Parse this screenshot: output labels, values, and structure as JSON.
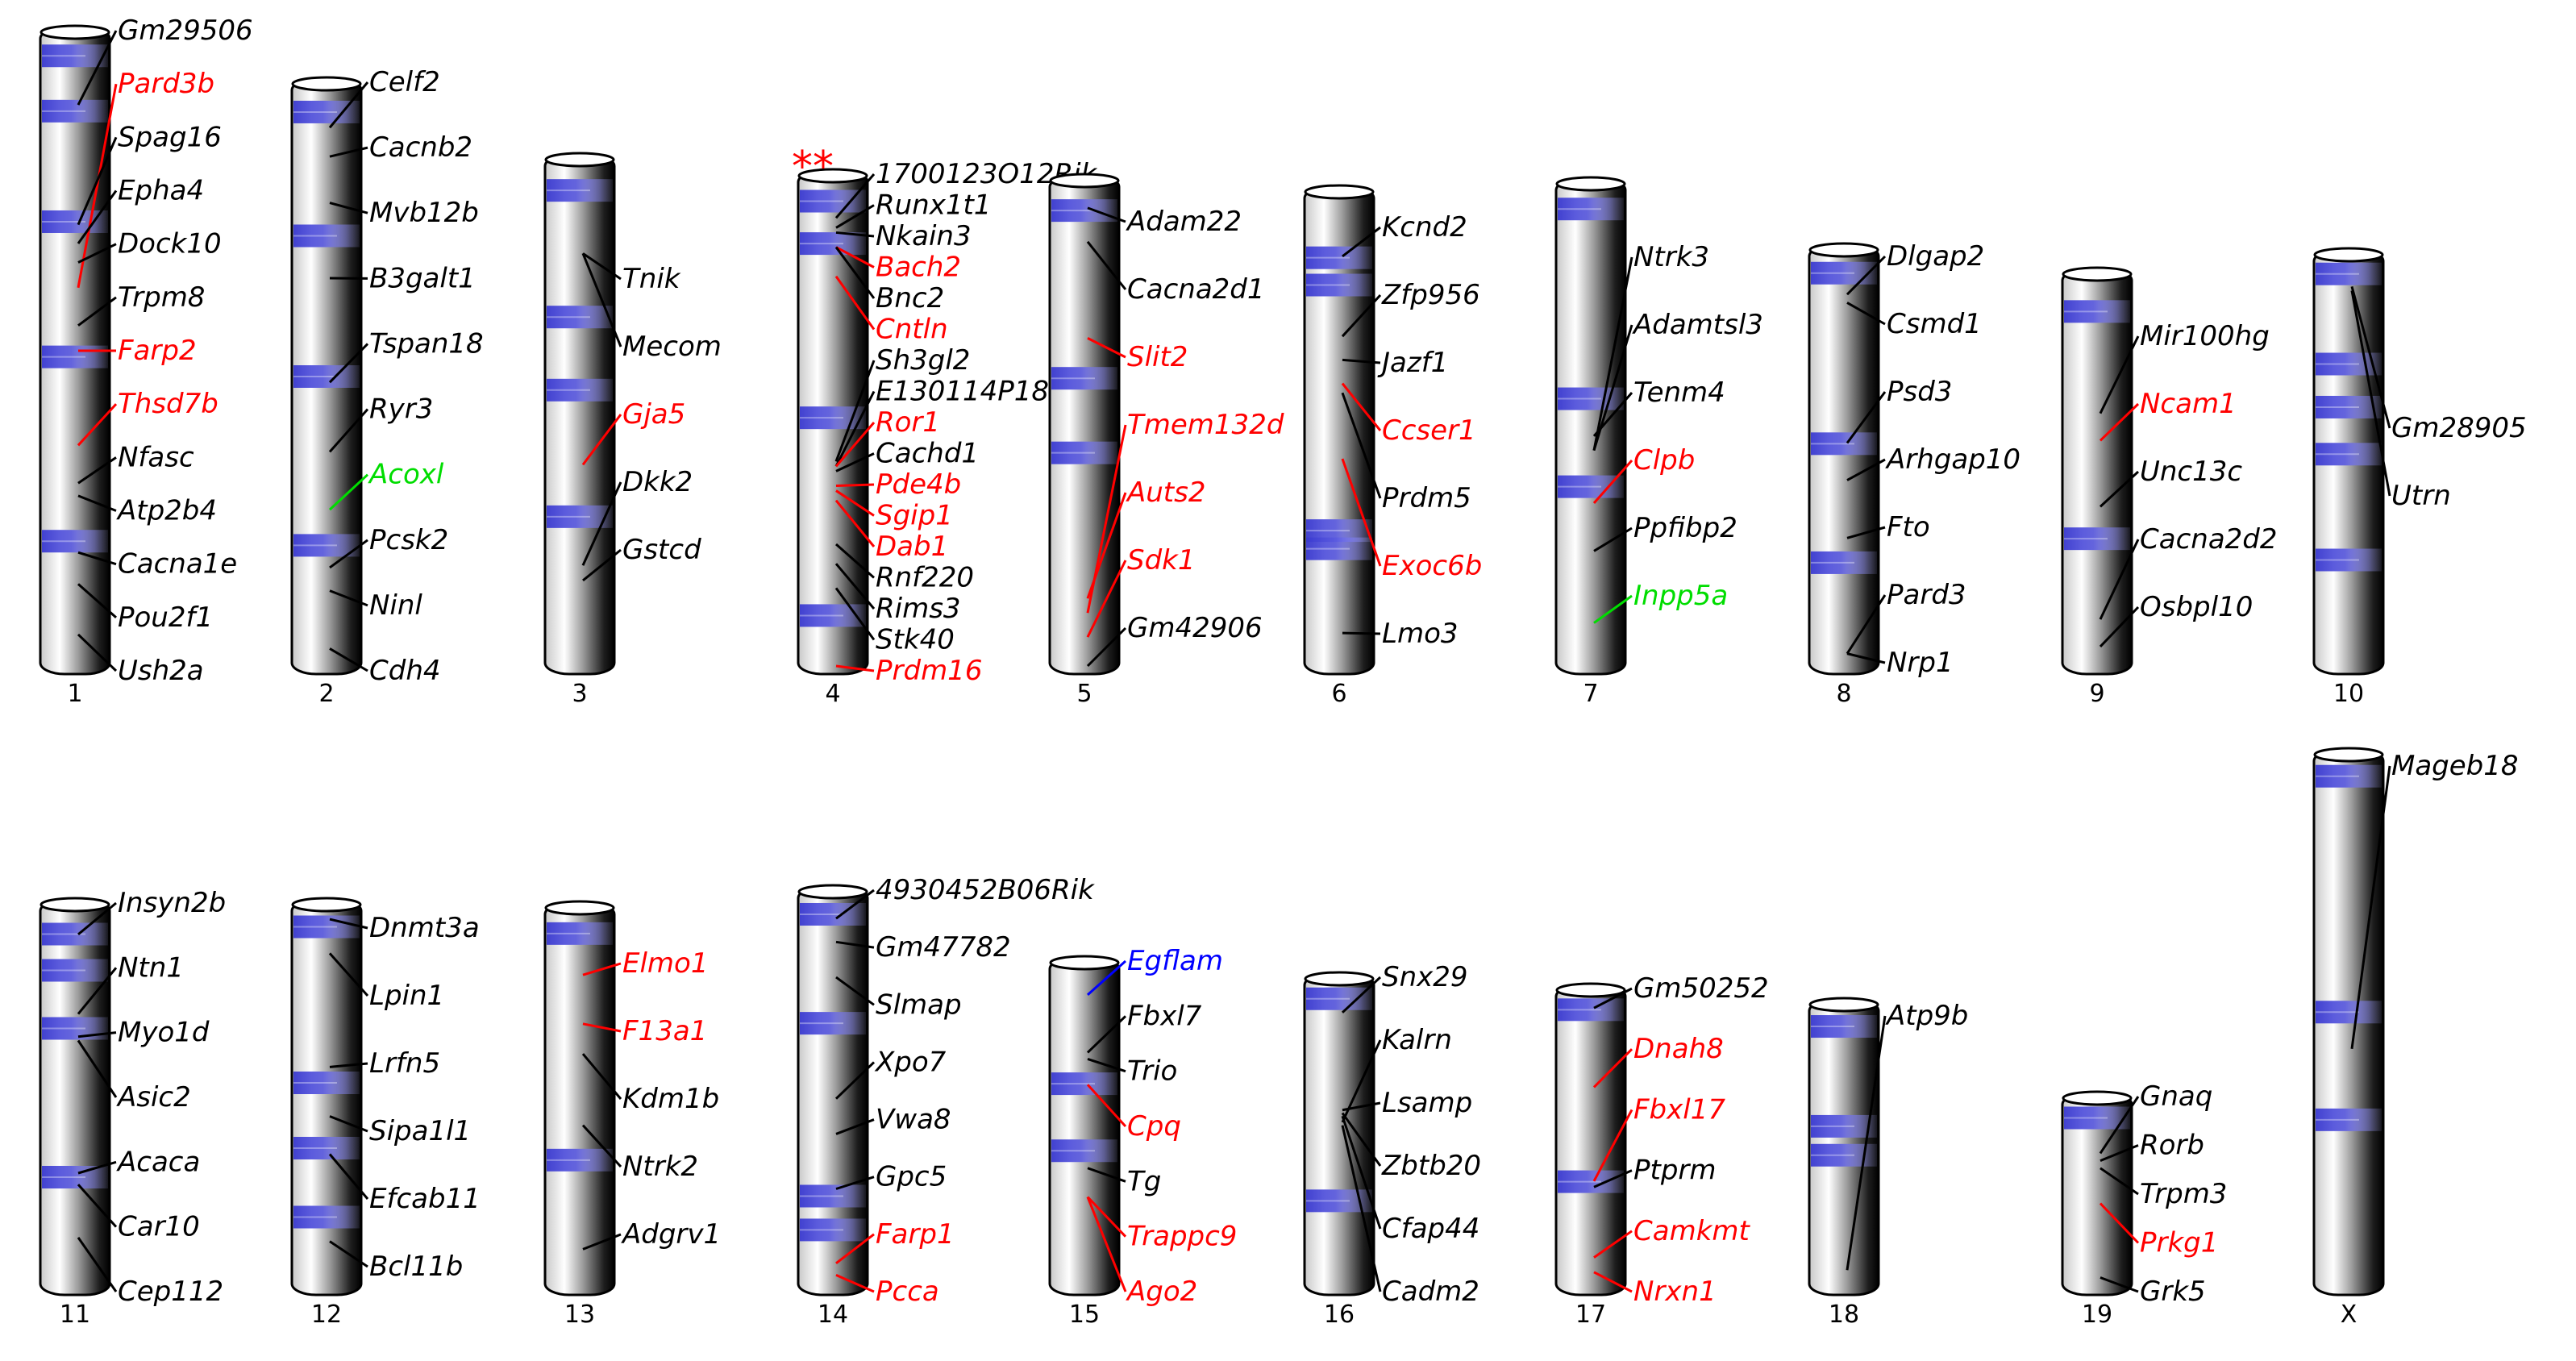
{
  "colors": {
    "default": "#000000",
    "red": "#ff0000",
    "green": "#00dd00",
    "blue": "#0000ff",
    "band": "#5a5ad8"
  },
  "chromosomes": [
    {
      "id": "1",
      "bands": [
        0.02,
        0.11,
        0.29,
        0.51,
        0.81
      ],
      "genes": [
        {
          "name": "Gm29506",
          "color": "default",
          "pos": 0.11
        },
        {
          "name": "Pard3b",
          "color": "red",
          "pos": 0.4
        },
        {
          "name": "Spag16",
          "color": "default",
          "pos": 0.3
        },
        {
          "name": "Epha4",
          "color": "default",
          "pos": 0.33
        },
        {
          "name": "Dock10",
          "color": "default",
          "pos": 0.36
        },
        {
          "name": "Trpm8",
          "color": "default",
          "pos": 0.46
        },
        {
          "name": "Farp2",
          "color": "red",
          "pos": 0.5
        },
        {
          "name": "Thsd7b",
          "color": "red",
          "pos": 0.65
        },
        {
          "name": "Nfasc",
          "color": "default",
          "pos": 0.71
        },
        {
          "name": "Atp2b4",
          "color": "default",
          "pos": 0.73
        },
        {
          "name": "Cacna1e",
          "color": "default",
          "pos": 0.82
        },
        {
          "name": "Pou2f1",
          "color": "default",
          "pos": 0.87
        },
        {
          "name": "Ush2a",
          "color": "default",
          "pos": 0.95
        }
      ]
    },
    {
      "id": "2",
      "bands": [
        0.03,
        0.25,
        0.5,
        0.8
      ],
      "genes": [
        {
          "name": "Celf2",
          "color": "default",
          "pos": 0.07
        },
        {
          "name": "Cacnb2",
          "color": "default",
          "pos": 0.12
        },
        {
          "name": "Mvb12b",
          "color": "default",
          "pos": 0.2
        },
        {
          "name": "B3galt1",
          "color": "default",
          "pos": 0.33
        },
        {
          "name": "Tspan18",
          "color": "default",
          "pos": 0.51
        },
        {
          "name": "Ryr3",
          "color": "default",
          "pos": 0.63
        },
        {
          "name": "Acoxl",
          "color": "green",
          "pos": 0.73
        },
        {
          "name": "Pcsk2",
          "color": "default",
          "pos": 0.83
        },
        {
          "name": "Ninl",
          "color": "default",
          "pos": 0.87
        },
        {
          "name": "Cdh4",
          "color": "default",
          "pos": 0.97
        }
      ]
    },
    {
      "id": "3",
      "bands": [
        0.04,
        0.3,
        0.45,
        0.71
      ],
      "genes": [
        {
          "name": "Tnik",
          "color": "default",
          "pos": 0.18
        },
        {
          "name": "Mecom",
          "color": "default",
          "pos": 0.18
        },
        {
          "name": "Gja5",
          "color": "red",
          "pos": 0.6
        },
        {
          "name": "Dkk2",
          "color": "default",
          "pos": 0.8
        },
        {
          "name": "Gstcd",
          "color": "default",
          "pos": 0.83
        }
      ]
    },
    {
      "id": "4",
      "bands": [
        0.03,
        0.12,
        0.49,
        0.91
      ],
      "star": "**",
      "genes": [
        {
          "name": "1700123O12Rik",
          "color": "default",
          "pos": 0.08
        },
        {
          "name": "Runx1t1",
          "color": "default",
          "pos": 0.1
        },
        {
          "name": "Nkain3",
          "color": "default",
          "pos": 0.11
        },
        {
          "name": "Bach2",
          "color": "red",
          "pos": 0.14
        },
        {
          "name": "Bnc2",
          "color": "default",
          "pos": 0.14
        },
        {
          "name": "Cntln",
          "color": "red",
          "pos": 0.2
        },
        {
          "name": "Sh3gl2",
          "color": "default",
          "pos": 0.58
        },
        {
          "name": "E130114P18Rik",
          "color": "default",
          "pos": 0.59
        },
        {
          "name": "Ror1",
          "color": "red",
          "pos": 0.59
        },
        {
          "name": "Cachd1",
          "color": "default",
          "pos": 0.6
        },
        {
          "name": "Pde4b",
          "color": "red",
          "pos": 0.63
        },
        {
          "name": "Sgip1",
          "color": "red",
          "pos": 0.64
        },
        {
          "name": "Dab1",
          "color": "red",
          "pos": 0.66
        },
        {
          "name": "Rnf220",
          "color": "default",
          "pos": 0.75
        },
        {
          "name": "Rims3",
          "color": "default",
          "pos": 0.79
        },
        {
          "name": "Stk40",
          "color": "default",
          "pos": 0.84
        },
        {
          "name": "Prdm16",
          "color": "red",
          "pos": 1.0
        }
      ]
    },
    {
      "id": "5",
      "bands": [
        0.04,
        0.4,
        0.56
      ],
      "genes": [
        {
          "name": "Adam22",
          "color": "default",
          "pos": 0.05
        },
        {
          "name": "Cacna2d1",
          "color": "default",
          "pos": 0.12
        },
        {
          "name": "Slit2",
          "color": "red",
          "pos": 0.32
        },
        {
          "name": "Tmem132d",
          "color": "red",
          "pos": 0.89
        },
        {
          "name": "Auts2",
          "color": "red",
          "pos": 0.86
        },
        {
          "name": "Sdk1",
          "color": "red",
          "pos": 0.94
        },
        {
          "name": "Gm42906",
          "color": "default",
          "pos": 1.0
        }
      ]
    },
    {
      "id": "6",
      "bands": [
        0.12,
        0.18,
        0.72,
        0.76
      ],
      "genes": [
        {
          "name": "Kcnd2",
          "color": "default",
          "pos": 0.13
        },
        {
          "name": "Zfp956",
          "color": "default",
          "pos": 0.3
        },
        {
          "name": "Jazf1",
          "color": "default",
          "pos": 0.35
        },
        {
          "name": "Ccser1",
          "color": "red",
          "pos": 0.4
        },
        {
          "name": "Prdm5",
          "color": "default",
          "pos": 0.42
        },
        {
          "name": "Exoc6b",
          "color": "red",
          "pos": 0.56
        },
        {
          "name": "Lmo3",
          "color": "default",
          "pos": 0.93
        }
      ]
    },
    {
      "id": "7",
      "bands": [
        0.03,
        0.44,
        0.63
      ],
      "genes": [
        {
          "name": "Ntrk3",
          "color": "default",
          "pos": 0.55
        },
        {
          "name": "Adamtsl3",
          "color": "default",
          "pos": 0.55
        },
        {
          "name": "Tenm4",
          "color": "default",
          "pos": 0.52
        },
        {
          "name": "Clpb",
          "color": "red",
          "pos": 0.66
        },
        {
          "name": "Ppfibp2",
          "color": "default",
          "pos": 0.76
        },
        {
          "name": "Inpp5a",
          "color": "green",
          "pos": 0.91
        }
      ]
    },
    {
      "id": "8",
      "bands": [
        0.03,
        0.46,
        0.76
      ],
      "genes": [
        {
          "name": "Dlgap2",
          "color": "default",
          "pos": 0.1
        },
        {
          "name": "Csmd1",
          "color": "default",
          "pos": 0.12
        },
        {
          "name": "Psd3",
          "color": "default",
          "pos": 0.46
        },
        {
          "name": "Arhgap10",
          "color": "default",
          "pos": 0.55
        },
        {
          "name": "Fto",
          "color": "default",
          "pos": 0.69
        },
        {
          "name": "Pard3",
          "color": "default",
          "pos": 0.97
        },
        {
          "name": "Nrp1",
          "color": "default",
          "pos": 0.97
        }
      ]
    },
    {
      "id": "9",
      "bands": [
        0.07,
        0.68
      ],
      "genes": [
        {
          "name": "Mir100hg",
          "color": "default",
          "pos": 0.35
        },
        {
          "name": "Ncam1",
          "color": "red",
          "pos": 0.42
        },
        {
          "name": "Unc13c",
          "color": "default",
          "pos": 0.59
        },
        {
          "name": "Cacna2d2",
          "color": "default",
          "pos": 0.88
        },
        {
          "name": "Osbpl10",
          "color": "default",
          "pos": 0.95
        }
      ]
    },
    {
      "id": "10",
      "bands": [
        0.02,
        0.25,
        0.36,
        0.48,
        0.75
      ],
      "genes": [
        {
          "name": "Gm28905",
          "color": "default",
          "pos": 0.07
        },
        {
          "name": "Utrn",
          "color": "default",
          "pos": 0.08
        }
      ]
    },
    {
      "id": "11",
      "bands": [
        0.05,
        0.15,
        0.31,
        0.72
      ],
      "genes": [
        {
          "name": "Insyn2b",
          "color": "default",
          "pos": 0.07
        },
        {
          "name": "Ntn1",
          "color": "default",
          "pos": 0.28
        },
        {
          "name": "Myo1d",
          "color": "default",
          "pos": 0.34
        },
        {
          "name": "Asic2",
          "color": "default",
          "pos": 0.35
        },
        {
          "name": "Acaca",
          "color": "default",
          "pos": 0.7
        },
        {
          "name": "Car10",
          "color": "default",
          "pos": 0.73
        },
        {
          "name": "Cep112",
          "color": "default",
          "pos": 0.87
        }
      ]
    },
    {
      "id": "12",
      "bands": [
        0.03,
        0.46,
        0.64,
        0.83
      ],
      "genes": [
        {
          "name": "Dnmt3a",
          "color": "default",
          "pos": 0.03
        },
        {
          "name": "Lpin1",
          "color": "default",
          "pos": 0.12
        },
        {
          "name": "Lrfn5",
          "color": "default",
          "pos": 0.42
        },
        {
          "name": "Sipa1l1",
          "color": "default",
          "pos": 0.55
        },
        {
          "name": "Efcab11",
          "color": "default",
          "pos": 0.65
        },
        {
          "name": "Bcl11b",
          "color": "default",
          "pos": 0.88
        }
      ]
    },
    {
      "id": "13",
      "bands": [
        0.04,
        0.67
      ],
      "genes": [
        {
          "name": "Elmo1",
          "color": "red",
          "pos": 0.17
        },
        {
          "name": "F13a1",
          "color": "red",
          "pos": 0.3
        },
        {
          "name": "Kdm1b",
          "color": "default",
          "pos": 0.38
        },
        {
          "name": "Ntrk2",
          "color": "default",
          "pos": 0.57
        },
        {
          "name": "Adgrv1",
          "color": "default",
          "pos": 0.9
        }
      ]
    },
    {
      "id": "14",
      "bands": [
        0.03,
        0.32,
        0.78,
        0.87
      ],
      "genes": [
        {
          "name": "4930452B06Rik",
          "color": "default",
          "pos": 0.06
        },
        {
          "name": "Gm47782",
          "color": "default",
          "pos": 0.12
        },
        {
          "name": "Slmap",
          "color": "default",
          "pos": 0.21
        },
        {
          "name": "Xpo7",
          "color": "default",
          "pos": 0.52
        },
        {
          "name": "Vwa8",
          "color": "default",
          "pos": 0.61
        },
        {
          "name": "Gpc5",
          "color": "default",
          "pos": 0.75
        },
        {
          "name": "Farp1",
          "color": "red",
          "pos": 0.94
        },
        {
          "name": "Pcca",
          "color": "red",
          "pos": 0.97
        }
      ]
    },
    {
      "id": "15",
      "bands": [
        0.36,
        0.58
      ],
      "genes": [
        {
          "name": "Egflam",
          "color": "blue",
          "pos": 0.09
        },
        {
          "name": "Fbxl7",
          "color": "default",
          "pos": 0.27
        },
        {
          "name": "Trio",
          "color": "default",
          "pos": 0.29
        },
        {
          "name": "Cpq",
          "color": "red",
          "pos": 0.37
        },
        {
          "name": "Tg",
          "color": "default",
          "pos": 0.63
        },
        {
          "name": "Trappc9",
          "color": "red",
          "pos": 0.72
        },
        {
          "name": "Ago2",
          "color": "red",
          "pos": 0.72
        }
      ]
    },
    {
      "id": "16",
      "bands": [
        0.03,
        0.73
      ],
      "genes": [
        {
          "name": "Snx29",
          "color": "default",
          "pos": 0.1
        },
        {
          "name": "Kalrn",
          "color": "default",
          "pos": 0.46
        },
        {
          "name": "Lsamp",
          "color": "default",
          "pos": 0.42
        },
        {
          "name": "Zbtb20",
          "color": "default",
          "pos": 0.43
        },
        {
          "name": "Cfap44",
          "color": "default",
          "pos": 0.44
        },
        {
          "name": "Cadm2",
          "color": "default",
          "pos": 0.47
        }
      ]
    },
    {
      "id": "17",
      "bands": [
        0.03,
        0.65
      ],
      "genes": [
        {
          "name": "Gm50252",
          "color": "default",
          "pos": 0.05
        },
        {
          "name": "Dnah8",
          "color": "red",
          "pos": 0.32
        },
        {
          "name": "Fbxl17",
          "color": "red",
          "pos": 0.64
        },
        {
          "name": "Ptprm",
          "color": "default",
          "pos": 0.66
        },
        {
          "name": "Camkmt",
          "color": "red",
          "pos": 0.9
        },
        {
          "name": "Nrxn1",
          "color": "red",
          "pos": 0.95
        }
      ]
    },
    {
      "id": "18",
      "bands": [
        0.04,
        0.42,
        0.53
      ],
      "genes": [
        {
          "name": "Atp9b",
          "color": "default",
          "pos": 0.94
        }
      ]
    },
    {
      "id": "19",
      "bands": [
        0.05
      ],
      "genes": [
        {
          "name": "Gnaq",
          "color": "default",
          "pos": 0.28
        },
        {
          "name": "Rorb",
          "color": "default",
          "pos": 0.32
        },
        {
          "name": "Trpm3",
          "color": "default",
          "pos": 0.36
        },
        {
          "name": "Prkg1",
          "color": "red",
          "pos": 0.55
        },
        {
          "name": "Grk5",
          "color": "default",
          "pos": 0.95
        }
      ]
    },
    {
      "id": "X",
      "bands": [
        0.02,
        0.48,
        0.69
      ],
      "genes": [
        {
          "name": "Mageb18",
          "color": "default",
          "pos": 0.55
        }
      ]
    }
  ]
}
